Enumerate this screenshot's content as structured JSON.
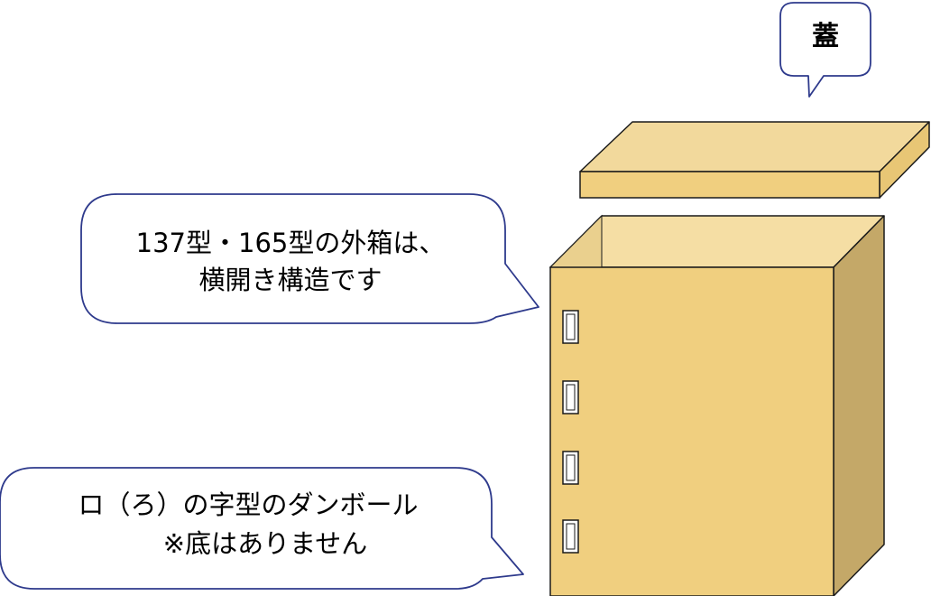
{
  "lid_callout": {
    "label": "蓋"
  },
  "structure_callout": {
    "lines": [
      "137型・165型の外箱は、",
      "横開き構造です"
    ]
  },
  "shape_callout": {
    "lines": [
      "ロ（ろ）の字型のダンボール",
      "※底はありません"
    ]
  },
  "colors": {
    "lid_top": "#f2d99c",
    "lid_front": "#f0cf7f",
    "box_front": "#f0cf7f",
    "box_side": "#c4a868",
    "box_inside": "#f5dea4",
    "callout_border": "#2e3a8c",
    "outline": "#1a1a1a"
  }
}
